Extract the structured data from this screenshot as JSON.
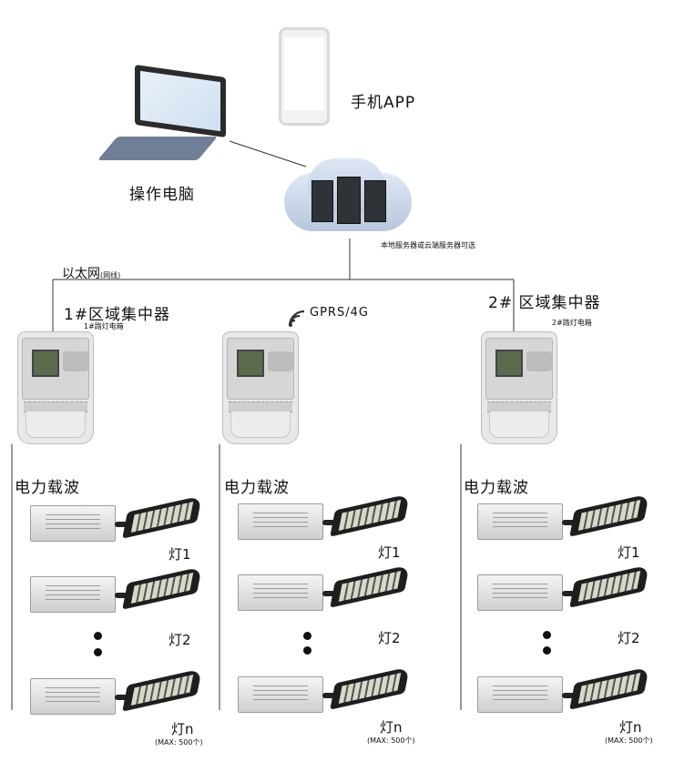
{
  "top": {
    "phone_label": "手机APP",
    "pc_label": "操作电脑",
    "server_note": "本地服务器或云端服务器可选"
  },
  "network": {
    "ethernet_label": "以太网",
    "ethernet_sub": "(网线)",
    "gprs_label": "GPRS/4G"
  },
  "zones": [
    {
      "title": "1#区域集中器",
      "box_label": "1#路灯电箱",
      "carrier_label": "电力载波",
      "lamps": [
        "灯1",
        "灯2",
        "灯n"
      ],
      "max_note": "(MAX: 500个)"
    },
    {
      "title": "",
      "box_label": "",
      "carrier_label": "电力载波",
      "lamps": [
        "灯1",
        "灯2",
        "灯n"
      ],
      "max_note": "(MAX: 500个)"
    },
    {
      "title": "2# 区域集中器",
      "box_label": "2#路灯电箱",
      "carrier_label": "电力载波",
      "lamps": [
        "灯1",
        "灯2",
        "灯n"
      ],
      "max_note": "(MAX: 500个)"
    }
  ],
  "colors": {
    "line": "#333333",
    "wifi": "#333333"
  },
  "icons": [
    "laptop-icon",
    "smartphone-icon",
    "cloud-server-icon",
    "concentrator-icon",
    "wifi-icon",
    "led-driver-icon",
    "street-lamp-icon"
  ]
}
